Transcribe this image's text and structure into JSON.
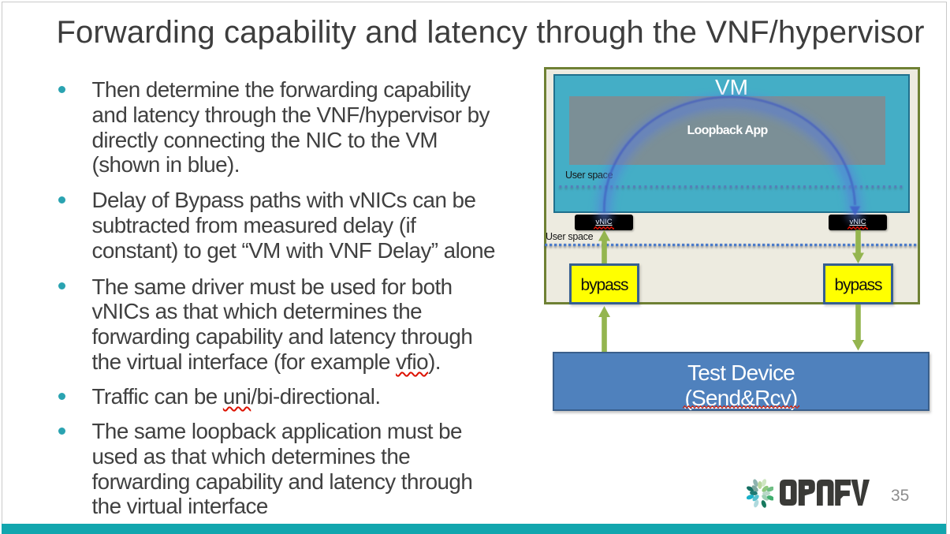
{
  "title": "Forwarding capability and latency through the VNF/hypervisor",
  "bullets": [
    {
      "lines": [
        [
          "Then determine the forwarding capability"
        ],
        [
          "and latency through the VNF/hypervisor by"
        ],
        [
          "directly connecting the NIC to the VM"
        ],
        [
          "(shown in blue)."
        ]
      ]
    },
    {
      "lines": [
        [
          "Delay of Bypass paths with vNICs can be"
        ],
        [
          "subtracted from measured delay (if"
        ],
        [
          "constant) to get “VM with VNF Delay” alone"
        ]
      ]
    },
    {
      "lines": [
        [
          "The same driver must be used for both"
        ],
        [
          "vNICs as that which determines the"
        ],
        [
          "forwarding capability and latency through"
        ],
        [
          "the virtual interface (for example ",
          {
            "w": "vfio"
          },
          ")."
        ]
      ]
    },
    {
      "lines": [
        [
          "Traffic can be ",
          {
            "w": "uni"
          },
          "/bi-directional."
        ]
      ]
    },
    {
      "lines": [
        [
          "The same loopback application must be"
        ],
        [
          "used as that which determines the"
        ],
        [
          "forwarding capability and latency through"
        ],
        [
          "the virtual interface"
        ]
      ]
    }
  ],
  "diagram": {
    "vm_label": "VM",
    "loopback_label": "Loopback App",
    "user_space_vm": "User space",
    "user_space_host": "User space",
    "vnic_left": "vNIC",
    "vnic_right": "vNIC",
    "bypass_left": "bypass",
    "bypass_right": "bypass",
    "test_device_line1": "Test Device",
    "test_device_line2": "(Send&Rcv)"
  },
  "footer": {
    "logo_text": "OPNFV",
    "page_number": "35"
  },
  "colors": {
    "teal_bar": "#12a6ae",
    "bullet_dot": "#2aa3b1",
    "title_text": "#3d3d3d",
    "body_text": "#404040",
    "vm_fill": "#44aec6",
    "vm_border": "#20708d",
    "loopback_fill": "#7b8f96",
    "host_fill": "#edebe0",
    "host_border": "#6f8134",
    "bypass_fill": "#ffff00",
    "bypass_border": "#365f91",
    "test_device_fill": "#4f81bd",
    "test_device_border": "#3a5f8b",
    "arrow_green": "#94b54f",
    "dotted_line_blue": "#4577c9",
    "arc_blue": "#3a52c4",
    "squiggle_red": "#dd1100",
    "logo_dark": "#3a3a37",
    "page_number_gray": "#8d8d8d"
  }
}
